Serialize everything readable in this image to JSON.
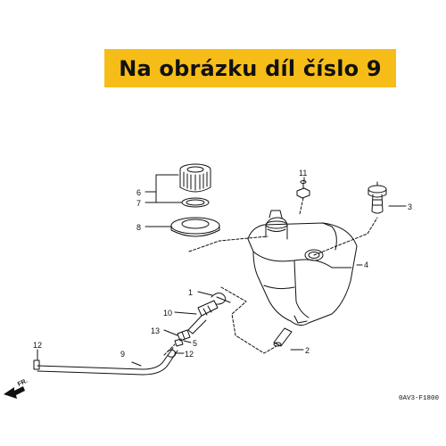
{
  "banner": {
    "text": "Na obrázku díl číslo 9"
  },
  "diagram": {
    "part_numbers": [
      "1",
      "2",
      "3",
      "4",
      "5",
      "6",
      "7",
      "8",
      "9",
      "10",
      "11",
      "12",
      "12",
      "13"
    ],
    "code": "0AV3-F1800",
    "direction_label": "FR."
  },
  "colors": {
    "banner_bg": "#f6bd18",
    "ink": "#111111"
  }
}
